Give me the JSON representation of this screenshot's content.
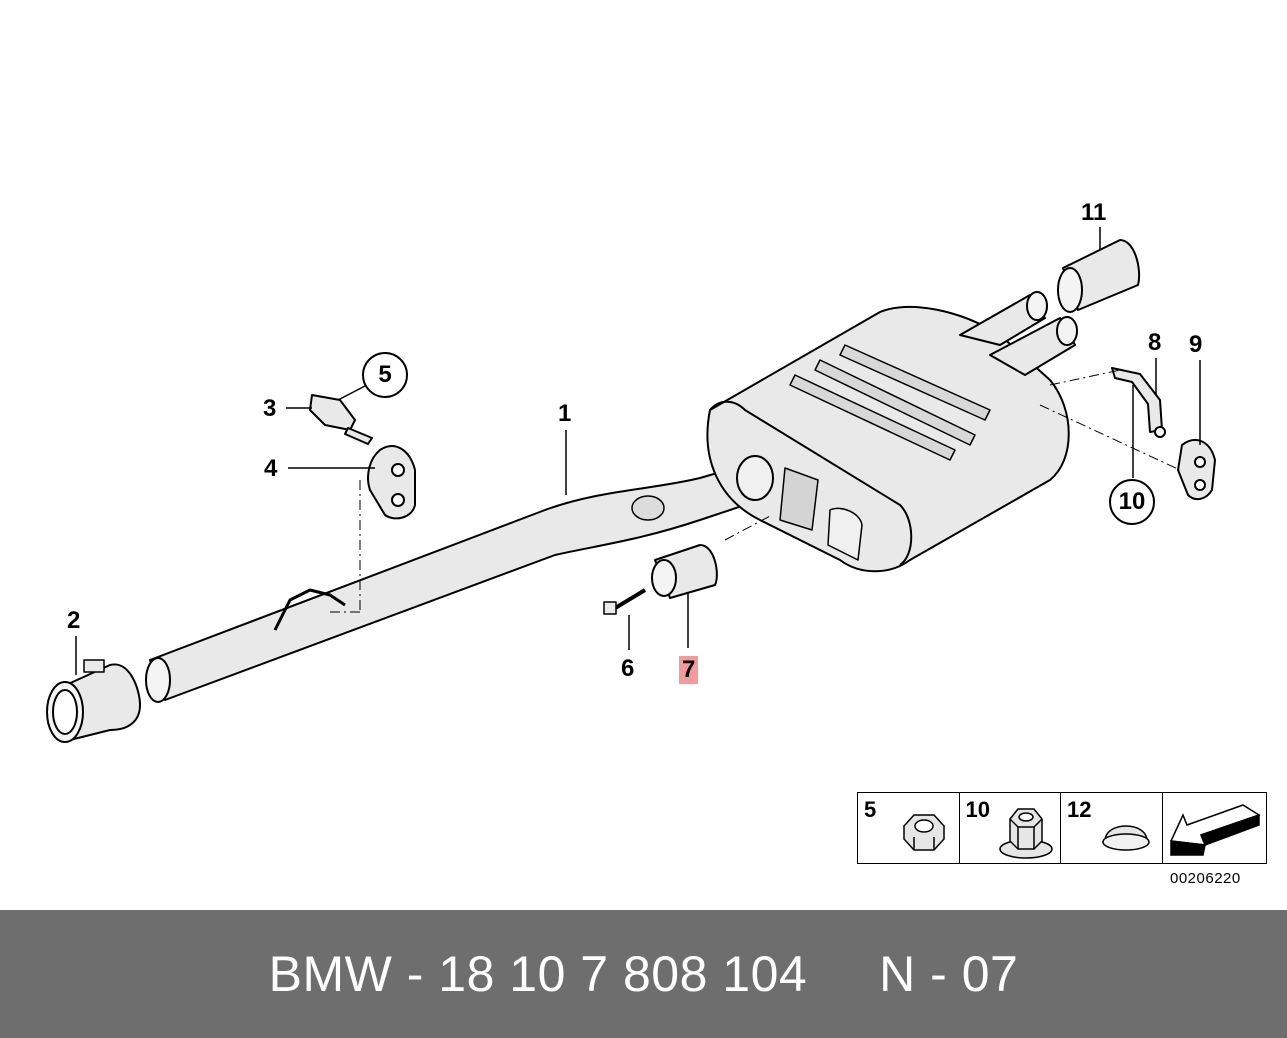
{
  "callouts": {
    "c1": "1",
    "c2": "2",
    "c3": "3",
    "c4": "4",
    "c5": "5",
    "c6": "6",
    "c7": "7",
    "c8": "8",
    "c9": "9",
    "c10": "10",
    "c11": "11"
  },
  "legend": {
    "items": [
      {
        "number": "5",
        "icon": "hex-nut-icon"
      },
      {
        "number": "10",
        "icon": "flange-nut-icon"
      },
      {
        "number": "12",
        "icon": "cap-plug-icon"
      },
      {
        "number": "",
        "icon": "direction-arrow-icon"
      }
    ]
  },
  "image_ref": "00206220",
  "footer": {
    "text": "BMW - 18 10 7 808 104     N - 07"
  },
  "colors": {
    "highlight": "#f39a9a",
    "footer_bg": "#6e6e6e",
    "part_fill": "#e6e6e6"
  }
}
